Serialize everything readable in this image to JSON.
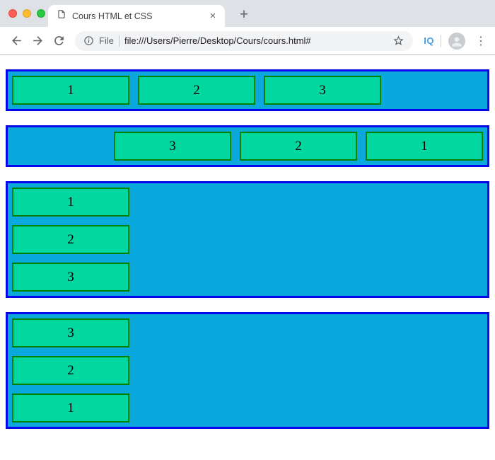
{
  "tab": {
    "title": "Cours HTML et CSS"
  },
  "glyphs": {
    "close_tab": "×",
    "new_tab": "+",
    "menu_dots": "⋮"
  },
  "toolbar": {
    "scheme_label": "File",
    "url": "file:///Users/Pierre/Desktop/Cours/cours.html#",
    "extension_label": "IQ"
  },
  "icons": {
    "window_controls": [
      "close-window",
      "minimize-window",
      "zoom-window"
    ],
    "nav": [
      "back-arrow",
      "forward-arrow",
      "reload"
    ],
    "omnibox": [
      "info-circle",
      "star-outline"
    ],
    "right": [
      "profile-avatar",
      "overflow-menu-dots"
    ],
    "tab": [
      "document-page"
    ]
  },
  "colors": {
    "tabbar_background": "#dee1e6",
    "traffic_red": "#ff5f57",
    "traffic_yellow": "#febc2e",
    "traffic_green": "#28c840",
    "toolbar_icon": "#5f6368",
    "extension_badge_blue": "#42a1ea",
    "container_border": "#0406ec",
    "container_background": "#0aa8dc",
    "box_border": "#028002",
    "box_background": "#03d7a0"
  },
  "flex_demos": [
    {
      "direction": "row",
      "boxes": [
        "1",
        "2",
        "3"
      ]
    },
    {
      "direction": "row-reverse",
      "boxes": [
        "1",
        "2",
        "3"
      ]
    },
    {
      "direction": "column",
      "boxes": [
        "1",
        "2",
        "3"
      ]
    },
    {
      "direction": "column-reverse",
      "boxes": [
        "1",
        "2",
        "3"
      ]
    }
  ]
}
